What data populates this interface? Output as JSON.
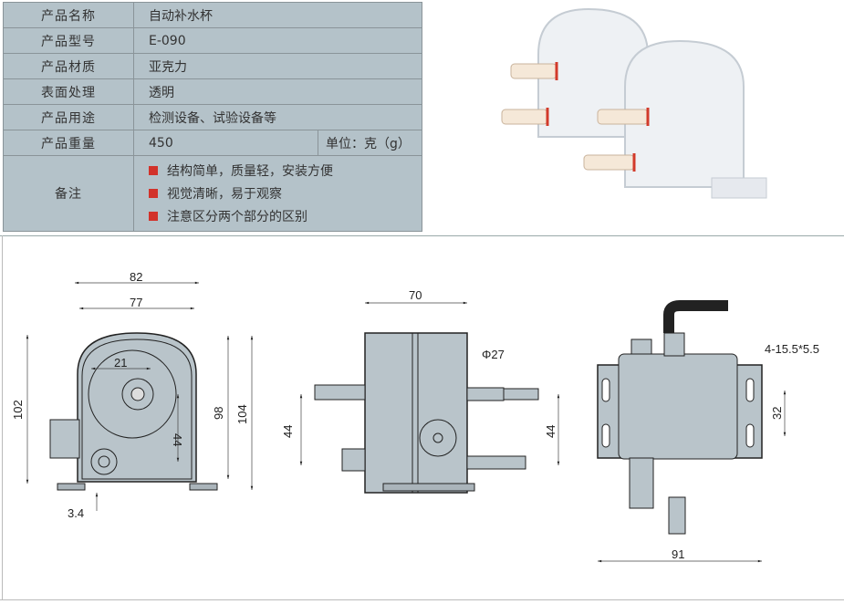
{
  "spec": {
    "rows": [
      {
        "label": "产品名称",
        "value": "自动补水杯"
      },
      {
        "label": "产品型号",
        "value": "E-090"
      },
      {
        "label": "产品材质",
        "value": "亚克力"
      },
      {
        "label": "表面处理",
        "value": "透明"
      },
      {
        "label": "产品用途",
        "value": "检测设备、试验设备等"
      }
    ],
    "weight": {
      "label": "产品重量",
      "value": "450",
      "unit": "单位：克（g）"
    },
    "notes": {
      "label": "备注",
      "items": [
        "结构简单，质量轻，安装方便",
        "视觉清晰，易于观察",
        "注意区分两个部分的区别"
      ]
    }
  },
  "drawing": {
    "front": {
      "w82": "82",
      "w77": "77",
      "d21": "21",
      "d44": "44",
      "h102": "102",
      "h98": "98",
      "h104": "104",
      "d34": "3.4"
    },
    "side": {
      "w70": "70",
      "phi": "Φ27",
      "h44l": "44",
      "h44r": "44"
    },
    "back": {
      "slots": "4-15.5*5.5",
      "d32": "32",
      "w91": "91"
    }
  },
  "colors": {
    "table_bg": "#b4c2c9",
    "bullet": "#d2322a",
    "part": "#b9c4ca"
  }
}
